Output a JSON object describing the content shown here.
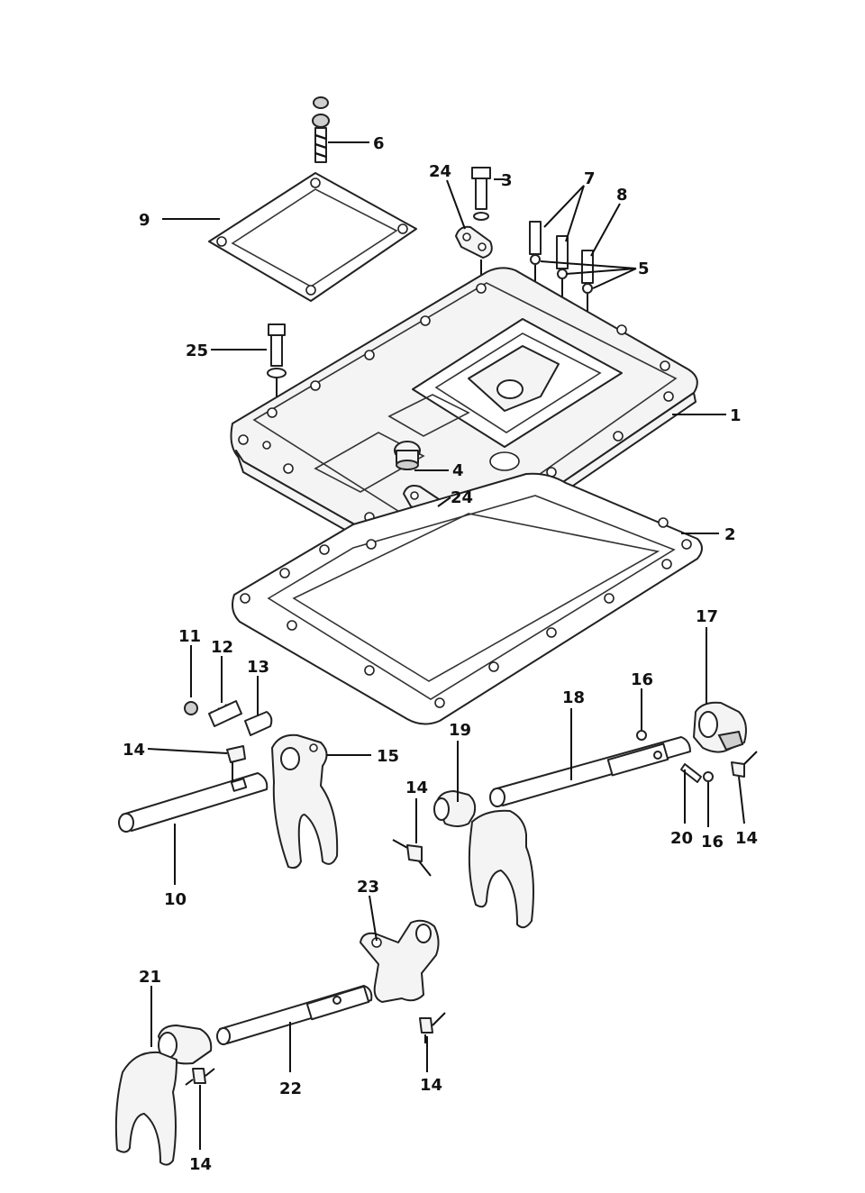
{
  "callouts": {
    "c1": "1",
    "c2": "2",
    "c3": "3",
    "c4": "4",
    "c5": "5",
    "c6": "6",
    "c7": "7",
    "c8": "8",
    "c9": "9",
    "c10": "10",
    "c11": "11",
    "c12": "12",
    "c13": "13",
    "c14a": "14",
    "c14b": "14",
    "c14c": "14",
    "c14d": "14",
    "c14e": "14",
    "c15": "15",
    "c16a": "16",
    "c16b": "16",
    "c17": "17",
    "c18": "18",
    "c19": "19",
    "c20": "20",
    "c21": "21",
    "c22": "22",
    "c23": "23",
    "c24a": "24",
    "c24b": "24",
    "c25": "25"
  }
}
